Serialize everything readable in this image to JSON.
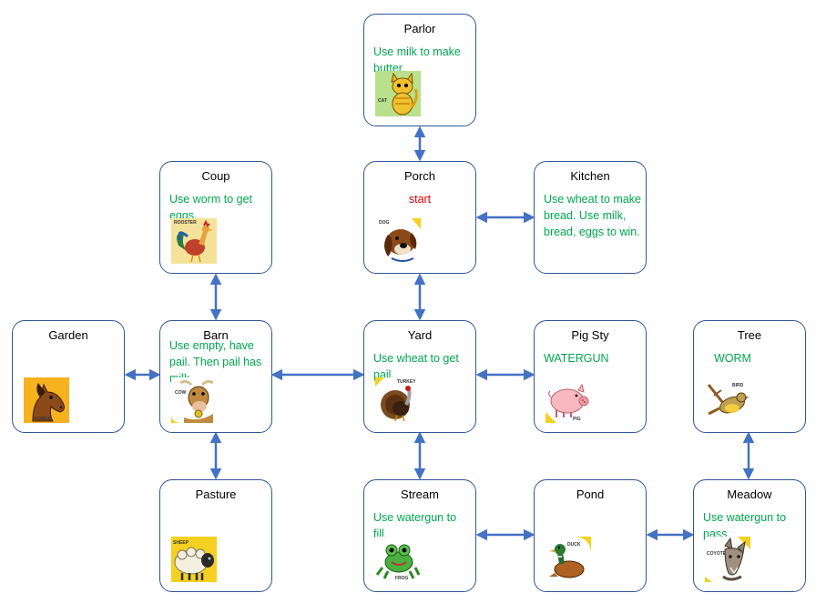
{
  "rooms": {
    "parlor": {
      "name": "Parlor",
      "note": "Use milk to make butter.",
      "icon": "cat-icon",
      "caption": "CAT"
    },
    "coup": {
      "name": "Coup",
      "note": "Use worm to get eggs.",
      "icon": "rooster-icon",
      "caption": "ROOSTER"
    },
    "porch": {
      "name": "Porch",
      "note": "start",
      "icon": "dog-icon",
      "caption": "DOG"
    },
    "kitchen": {
      "name": "Kitchen",
      "note": "Use wheat to make bread. Use milk, bread, eggs to win."
    },
    "garden": {
      "name": "Garden",
      "note": "",
      "icon": "horse-icon",
      "caption": "HORSE"
    },
    "barn": {
      "name": "Barn",
      "note": "Use empty, have pail. Then pail has milk.",
      "icon": "cow-icon",
      "caption": "COW"
    },
    "yard": {
      "name": "Yard",
      "note": "Use wheat to get pail.",
      "icon": "turkey-icon",
      "caption": "TURKEY"
    },
    "pigsty": {
      "name": "Pig Sty",
      "note": "WATERGUN",
      "icon": "pig-icon",
      "caption": "PIG"
    },
    "tree": {
      "name": "Tree",
      "note": "WORM",
      "icon": "bird-icon",
      "caption": "BIRD"
    },
    "pasture": {
      "name": "Pasture",
      "note": "",
      "icon": "sheep-icon",
      "caption": "SHEEP"
    },
    "stream": {
      "name": "Stream",
      "note": "Use watergun to fill.",
      "icon": "frog-icon",
      "caption": "FROG"
    },
    "pond": {
      "name": "Pond",
      "note": "",
      "icon": "duck-icon",
      "caption": "DUCK"
    },
    "meadow": {
      "name": "Meadow",
      "note": "Use watergun to pass.",
      "icon": "coyote-icon",
      "caption": "COYOTE"
    }
  },
  "colors": {
    "border": "#2f5597",
    "arrow": "#4472c4",
    "note": "#00a650",
    "start": "#e00000"
  },
  "connections": [
    [
      "parlor",
      "porch"
    ],
    [
      "porch",
      "kitchen"
    ],
    [
      "porch",
      "yard"
    ],
    [
      "coup",
      "barn"
    ],
    [
      "garden",
      "barn"
    ],
    [
      "barn",
      "yard"
    ],
    [
      "barn",
      "pasture"
    ],
    [
      "yard",
      "pigsty"
    ],
    [
      "yard",
      "stream"
    ],
    [
      "stream",
      "pond"
    ],
    [
      "pond",
      "meadow"
    ],
    [
      "tree",
      "meadow"
    ]
  ]
}
